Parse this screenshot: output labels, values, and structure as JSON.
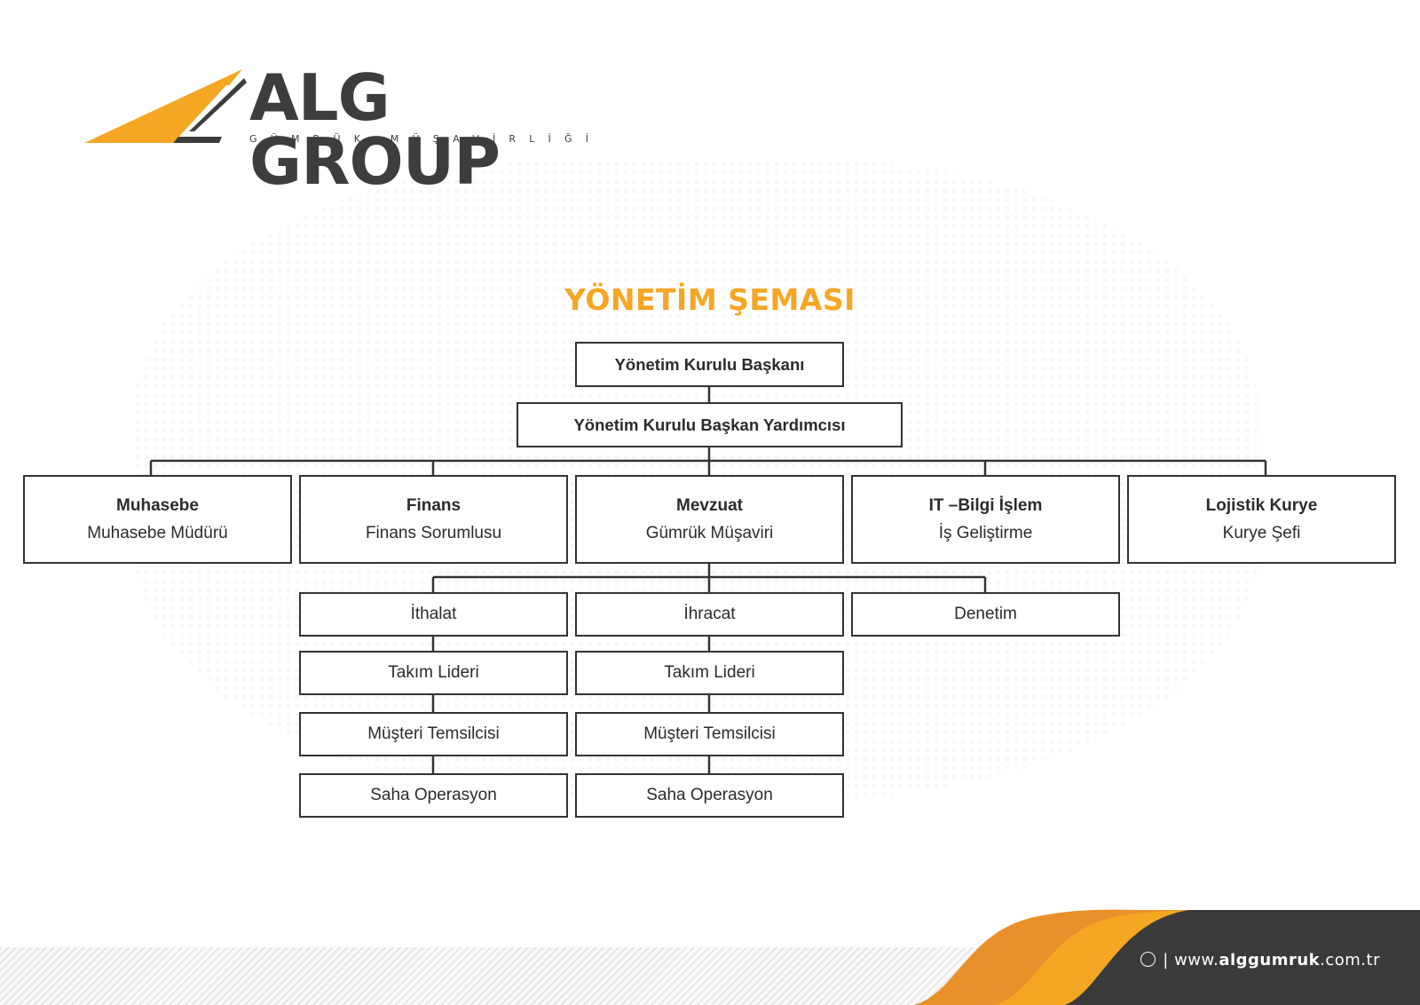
{
  "logo": {
    "name": "ALG GROUP",
    "tagline": "GÜMRÜK MÜŞAVİRLİĞİ"
  },
  "title": "YÖNETİM ŞEMASI",
  "chart": {
    "top": "Yönetim Kurulu Başkanı",
    "deputy": "Yönetim Kurulu Başkan Yardımcısı",
    "departments": [
      {
        "name": "Muhasebe",
        "role": "Muhasebe Müdürü"
      },
      {
        "name": "Finans",
        "role": "Finans Sorumlusu"
      },
      {
        "name": "Mevzuat",
        "role": "Gümrük Müşaviri"
      },
      {
        "name": "IT –Bilgi  İşlem",
        "role": "İş Geliştirme"
      },
      {
        "name": "Lojistik Kurye",
        "role": "Kurye Şefi"
      }
    ],
    "units": {
      "import": [
        "İthalat",
        "Takım Lideri",
        "Müşteri Temsilcisi",
        "Saha Operasyon"
      ],
      "export": [
        "İhracat",
        "Takım Lideri",
        "Müşteri Temsilcisi",
        "Saha Operasyon"
      ],
      "audit": "Denetim"
    }
  },
  "footer": {
    "prefix": "| www.",
    "domain": "alggumruk",
    "suffix": ".com.tr"
  },
  "colors": {
    "accent": "#f5a623",
    "dark": "#3d3d3d",
    "footer_dark": "#3a3a3a",
    "line": "#333333"
  }
}
